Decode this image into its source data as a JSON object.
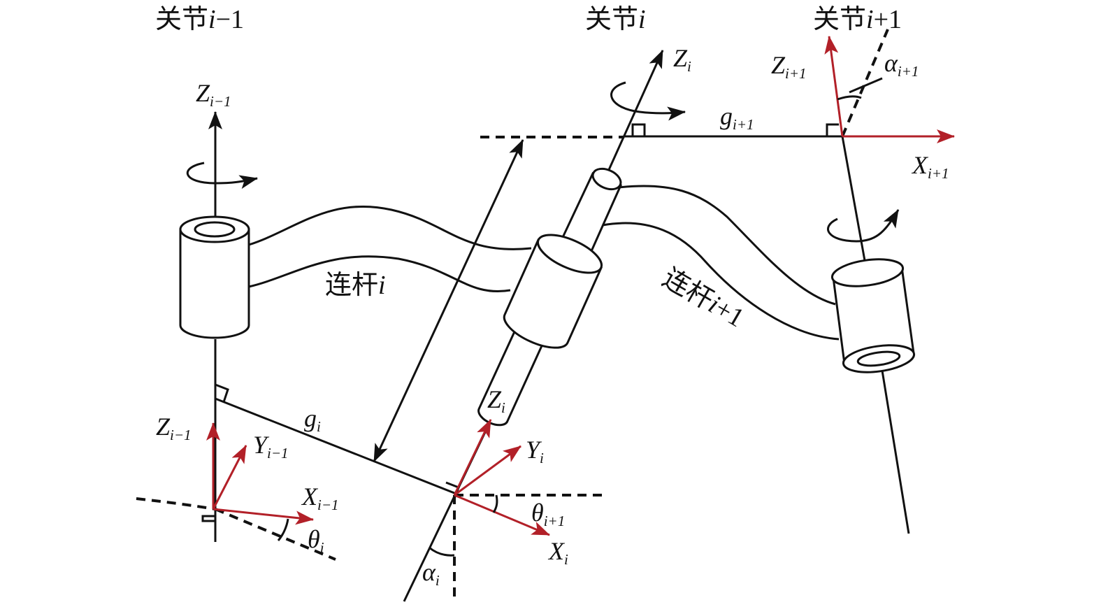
{
  "joints": [
    {
      "prefix": "关节",
      "var": "i",
      "suffix": "−1"
    },
    {
      "prefix": "关节",
      "var": "i",
      "suffix": ""
    },
    {
      "prefix": "关节",
      "var": "i",
      "suffix": "+1"
    }
  ],
  "links": [
    {
      "prefix": "连杆",
      "var": "i",
      "suffix": ""
    },
    {
      "prefix": "连杆",
      "var": "i",
      "suffix": "+1"
    }
  ],
  "symbols": {
    "Z_prev_top": {
      "main": "Z",
      "sub": "i−1"
    },
    "Z_i_top": {
      "main": "Z",
      "sub": "i"
    },
    "Z_next_top": {
      "main": "Z",
      "sub": "i+1"
    },
    "alpha_next": {
      "main": "α",
      "sub": "i+1"
    },
    "g_next": {
      "main": "g",
      "sub": "i+1"
    },
    "X_next": {
      "main": "X",
      "sub": "i+1"
    },
    "Z_i_shaft": {
      "main": "Z",
      "sub": "i"
    },
    "g_i": {
      "main": "g",
      "sub": "i"
    },
    "Z_prev_frame": {
      "main": "Z",
      "sub": "i−1"
    },
    "Y_prev": {
      "main": "Y",
      "sub": "i−1"
    },
    "X_prev": {
      "main": "X",
      "sub": "i−1"
    },
    "theta_i": {
      "main": "θ",
      "sub": "i"
    },
    "Y_i": {
      "main": "Y",
      "sub": "i"
    },
    "theta_next": {
      "main": "θ",
      "sub": "i+1"
    },
    "X_i": {
      "main": "X",
      "sub": "i"
    },
    "alpha_i": {
      "main": "α",
      "sub": "i"
    }
  },
  "colors": {
    "axis_black": "#111111",
    "frame_red": "#b22028"
  }
}
